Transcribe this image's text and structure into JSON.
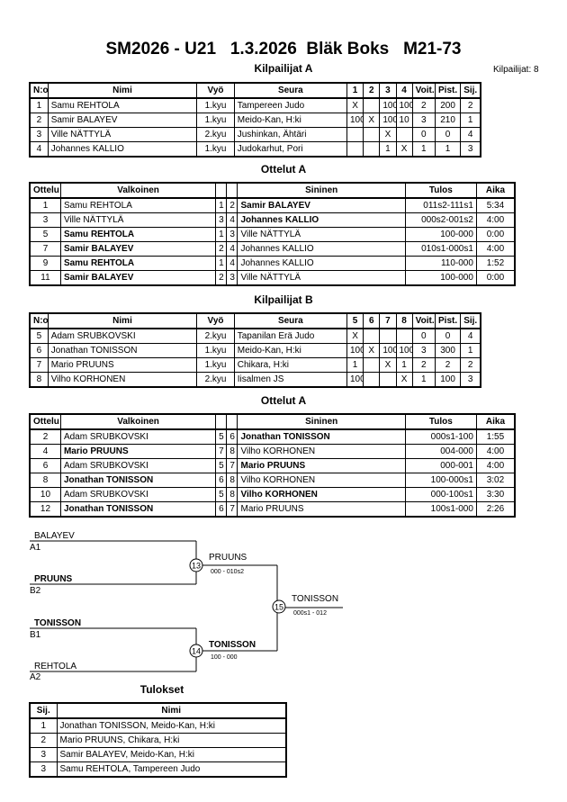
{
  "header": {
    "title": "SM2026 - U21   1.3.2026  Bläk Boks   M21-73",
    "count_label": "Kilpailijat: 8"
  },
  "pool_a": {
    "title": "Kilpailijat A",
    "columns": [
      "N:o",
      "Nimi",
      "Vyö",
      "Seura",
      "1",
      "2",
      "3",
      "4",
      "Voit.",
      "Pist.",
      "Sij."
    ],
    "rows": [
      [
        "1",
        "Samu REHTOLA",
        "1.kyu",
        "Tampereen Judo",
        "X",
        "",
        "100",
        "100",
        "2",
        "200",
        "2"
      ],
      [
        "2",
        "Samir BALAYEV",
        "1.kyu",
        "Meido-Kan, H:ki",
        "100",
        "X",
        "100",
        "10",
        "3",
        "210",
        "1"
      ],
      [
        "3",
        "Ville NÄTTYLÄ",
        "2.kyu",
        "Jushinkan, Ähtäri",
        "",
        "",
        "X",
        "",
        "0",
        "0",
        "4"
      ],
      [
        "4",
        "Johannes KALLIO",
        "1.kyu",
        "Judokarhut, Pori",
        "",
        "",
        "1",
        "X",
        "1",
        "1",
        "3"
      ]
    ]
  },
  "matches_a": {
    "title": "Ottelut A",
    "columns": [
      "Ottelu",
      "Valkoinen",
      "",
      "",
      "Sininen",
      "Tulos",
      "Aika"
    ],
    "rows": [
      {
        "no": "1",
        "white": "Samu REHTOLA",
        "wb": false,
        "n1": "1",
        "n2": "2",
        "blue": "Samir BALAYEV",
        "bb": true,
        "result": "011s2-111s1",
        "time": "5:34"
      },
      {
        "no": "3",
        "white": "Ville NÄTTYLÄ",
        "wb": false,
        "n1": "3",
        "n2": "4",
        "blue": "Johannes KALLIO",
        "bb": true,
        "result": "000s2-001s2",
        "time": "4:00"
      },
      {
        "no": "5",
        "white": "Samu REHTOLA",
        "wb": true,
        "n1": "1",
        "n2": "3",
        "blue": "Ville NÄTTYLÄ",
        "bb": false,
        "result": "100-000",
        "time": "0:00"
      },
      {
        "no": "7",
        "white": "Samir BALAYEV",
        "wb": true,
        "n1": "2",
        "n2": "4",
        "blue": "Johannes KALLIO",
        "bb": false,
        "result": "010s1-000s1",
        "time": "4:00"
      },
      {
        "no": "9",
        "white": "Samu REHTOLA",
        "wb": true,
        "n1": "1",
        "n2": "4",
        "blue": "Johannes KALLIO",
        "bb": false,
        "result": "110-000",
        "time": "1:52"
      },
      {
        "no": "11",
        "white": "Samir BALAYEV",
        "wb": true,
        "n1": "2",
        "n2": "3",
        "blue": "Ville NÄTTYLÄ",
        "bb": false,
        "result": "100-000",
        "time": "0:00"
      }
    ]
  },
  "pool_b": {
    "title": "Kilpailijat B",
    "columns": [
      "N:o",
      "Nimi",
      "Vyö",
      "Seura",
      "5",
      "6",
      "7",
      "8",
      "Voit.",
      "Pist.",
      "Sij."
    ],
    "rows": [
      [
        "5",
        "Adam SRUBKOVSKI",
        "2.kyu",
        "Tapanilan Erä Judo",
        "X",
        "",
        "",
        "",
        "0",
        "0",
        "4"
      ],
      [
        "6",
        "Jonathan TONISSON",
        "1.kyu",
        "Meido-Kan, H:ki",
        "100",
        "X",
        "100",
        "100",
        "3",
        "300",
        "1"
      ],
      [
        "7",
        "Mario PRUUNS",
        "1.kyu",
        "Chikara, H:ki",
        "1",
        "",
        "X",
        "1",
        "2",
        "2",
        "2"
      ],
      [
        "8",
        "Vilho KORHONEN",
        "2.kyu",
        "Iisalmen JS",
        "100",
        "",
        "",
        "X",
        "1",
        "100",
        "3"
      ]
    ]
  },
  "matches_b": {
    "title": "Ottelut A",
    "columns": [
      "Ottelu",
      "Valkoinen",
      "",
      "",
      "Sininen",
      "Tulos",
      "Aika"
    ],
    "rows": [
      {
        "no": "2",
        "white": "Adam SRUBKOVSKI",
        "wb": false,
        "n1": "5",
        "n2": "6",
        "blue": "Jonathan TONISSON",
        "bb": true,
        "result": "000s1-100",
        "time": "1:55"
      },
      {
        "no": "4",
        "white": "Mario PRUUNS",
        "wb": true,
        "n1": "7",
        "n2": "8",
        "blue": "Vilho KORHONEN",
        "bb": false,
        "result": "004-000",
        "time": "4:00"
      },
      {
        "no": "6",
        "white": "Adam SRUBKOVSKI",
        "wb": false,
        "n1": "5",
        "n2": "7",
        "blue": "Mario PRUUNS",
        "bb": true,
        "result": "000-001",
        "time": "4:00"
      },
      {
        "no": "8",
        "white": "Jonathan TONISSON",
        "wb": true,
        "n1": "6",
        "n2": "8",
        "blue": "Vilho KORHONEN",
        "bb": false,
        "result": "100-000s1",
        "time": "3:02"
      },
      {
        "no": "10",
        "white": "Adam SRUBKOVSKI",
        "wb": false,
        "n1": "5",
        "n2": "8",
        "blue": "Vilho KORHONEN",
        "bb": true,
        "result": "000-100s1",
        "time": "3:30"
      },
      {
        "no": "12",
        "white": "Jonathan TONISSON",
        "wb": true,
        "n1": "6",
        "n2": "7",
        "blue": "Mario PRUUNS",
        "bb": false,
        "result": "100s1-000",
        "time": "2:26"
      }
    ]
  },
  "bracket": {
    "semi1": {
      "top_name": "BALAYEV",
      "top_seed": "A1",
      "bottom_name": "PRUUNS",
      "bottom_seed": "B2",
      "match_no": "13",
      "winner": "PRUUNS",
      "score": "000 - 010s2"
    },
    "semi2": {
      "top_name": "TONISSON",
      "top_seed": "B1",
      "bottom_name": "REHTOLA",
      "bottom_seed": "A2",
      "match_no": "14",
      "winner": "TONISSON",
      "score": "100 - 000"
    },
    "final": {
      "match_no": "15",
      "winner": "TONISSON",
      "score": "000s1 - 012"
    }
  },
  "results": {
    "title": "Tulokset",
    "columns": [
      "Sij.",
      "Nimi"
    ],
    "rows": [
      [
        "1",
        "Jonathan TONISSON, Meido-Kan, H:ki"
      ],
      [
        "2",
        "Mario PRUUNS, Chikara, H:ki"
      ],
      [
        "3",
        "Samir BALAYEV, Meido-Kan, H:ki"
      ],
      [
        "3",
        "Samu REHTOLA, Tampereen Judo"
      ]
    ]
  }
}
